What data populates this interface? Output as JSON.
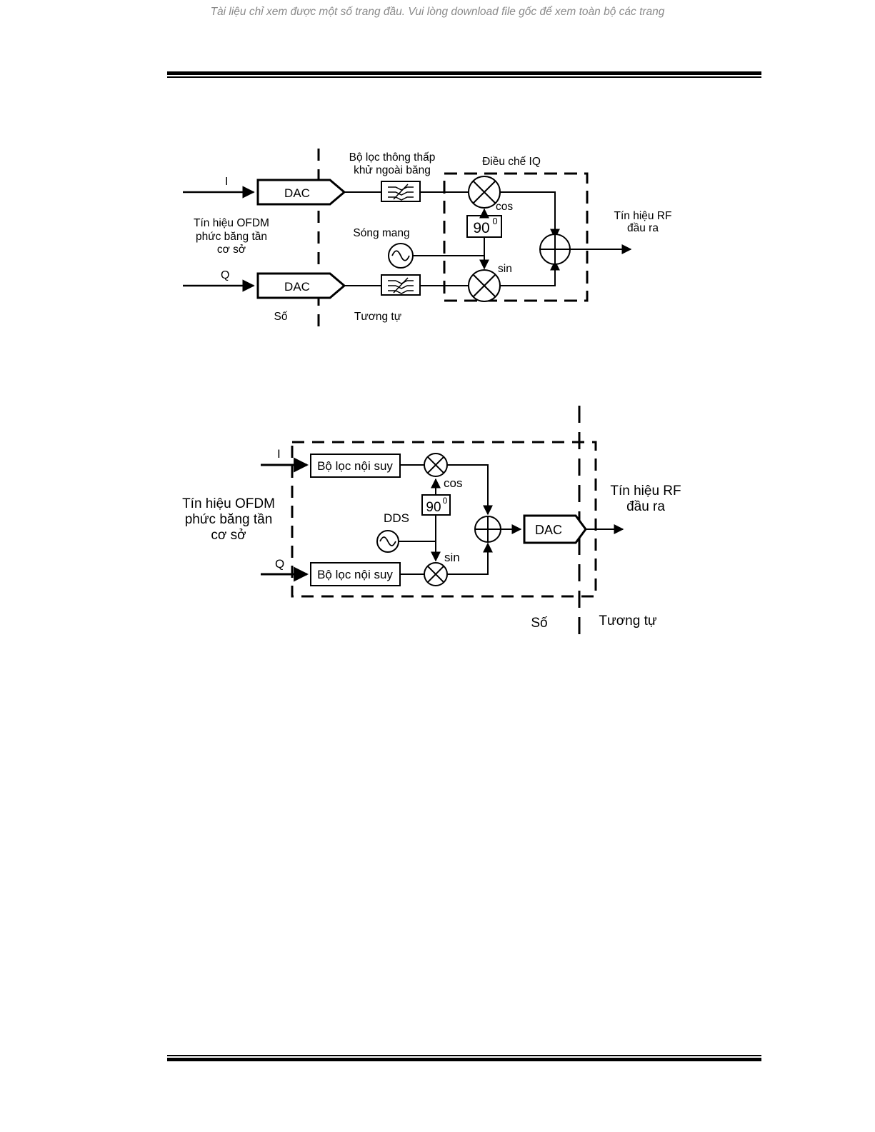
{
  "page": {
    "notice": "Tài liệu chỉ xem được một số trang đầu. Vui lòng download file gốc để xem toàn bộ các trang"
  },
  "figure1": {
    "input_i": "I",
    "input_q": "Q",
    "dac_i": "DAC",
    "dac_q": "DAC",
    "input_label": [
      "Tín hiệu OFDM",
      "phức băng tần",
      "cơ sở"
    ],
    "filter_label": [
      "Bộ lọc thông thấp",
      "khử ngoài băng"
    ],
    "modulator_label": "Điều chế IQ",
    "carrier_label": "Sóng mang",
    "phase_shift": "90",
    "phase_sup": "0",
    "cos_label": "cos",
    "sin_label": "sin",
    "output_label": [
      "Tín hiệu RF",
      "đầu ra"
    ],
    "digital_label": "Số",
    "analog_label": "Tương tự"
  },
  "figure2": {
    "input_i": "I",
    "input_q": "Q",
    "interp_i": "Bộ lọc nội suy",
    "interp_q": "Bộ lọc nội suy",
    "input_label": [
      "Tín hiệu OFDM",
      "phức băng tần",
      "cơ sở"
    ],
    "dds_label": "DDS",
    "phase_shift": "90",
    "phase_sup": "0",
    "cos_label": "cos",
    "sin_label": "sin",
    "dac": "DAC",
    "output_label": [
      "Tín hiệu RF",
      "đầu ra"
    ],
    "digital_label": "Số",
    "analog_label": "Tương tự"
  }
}
